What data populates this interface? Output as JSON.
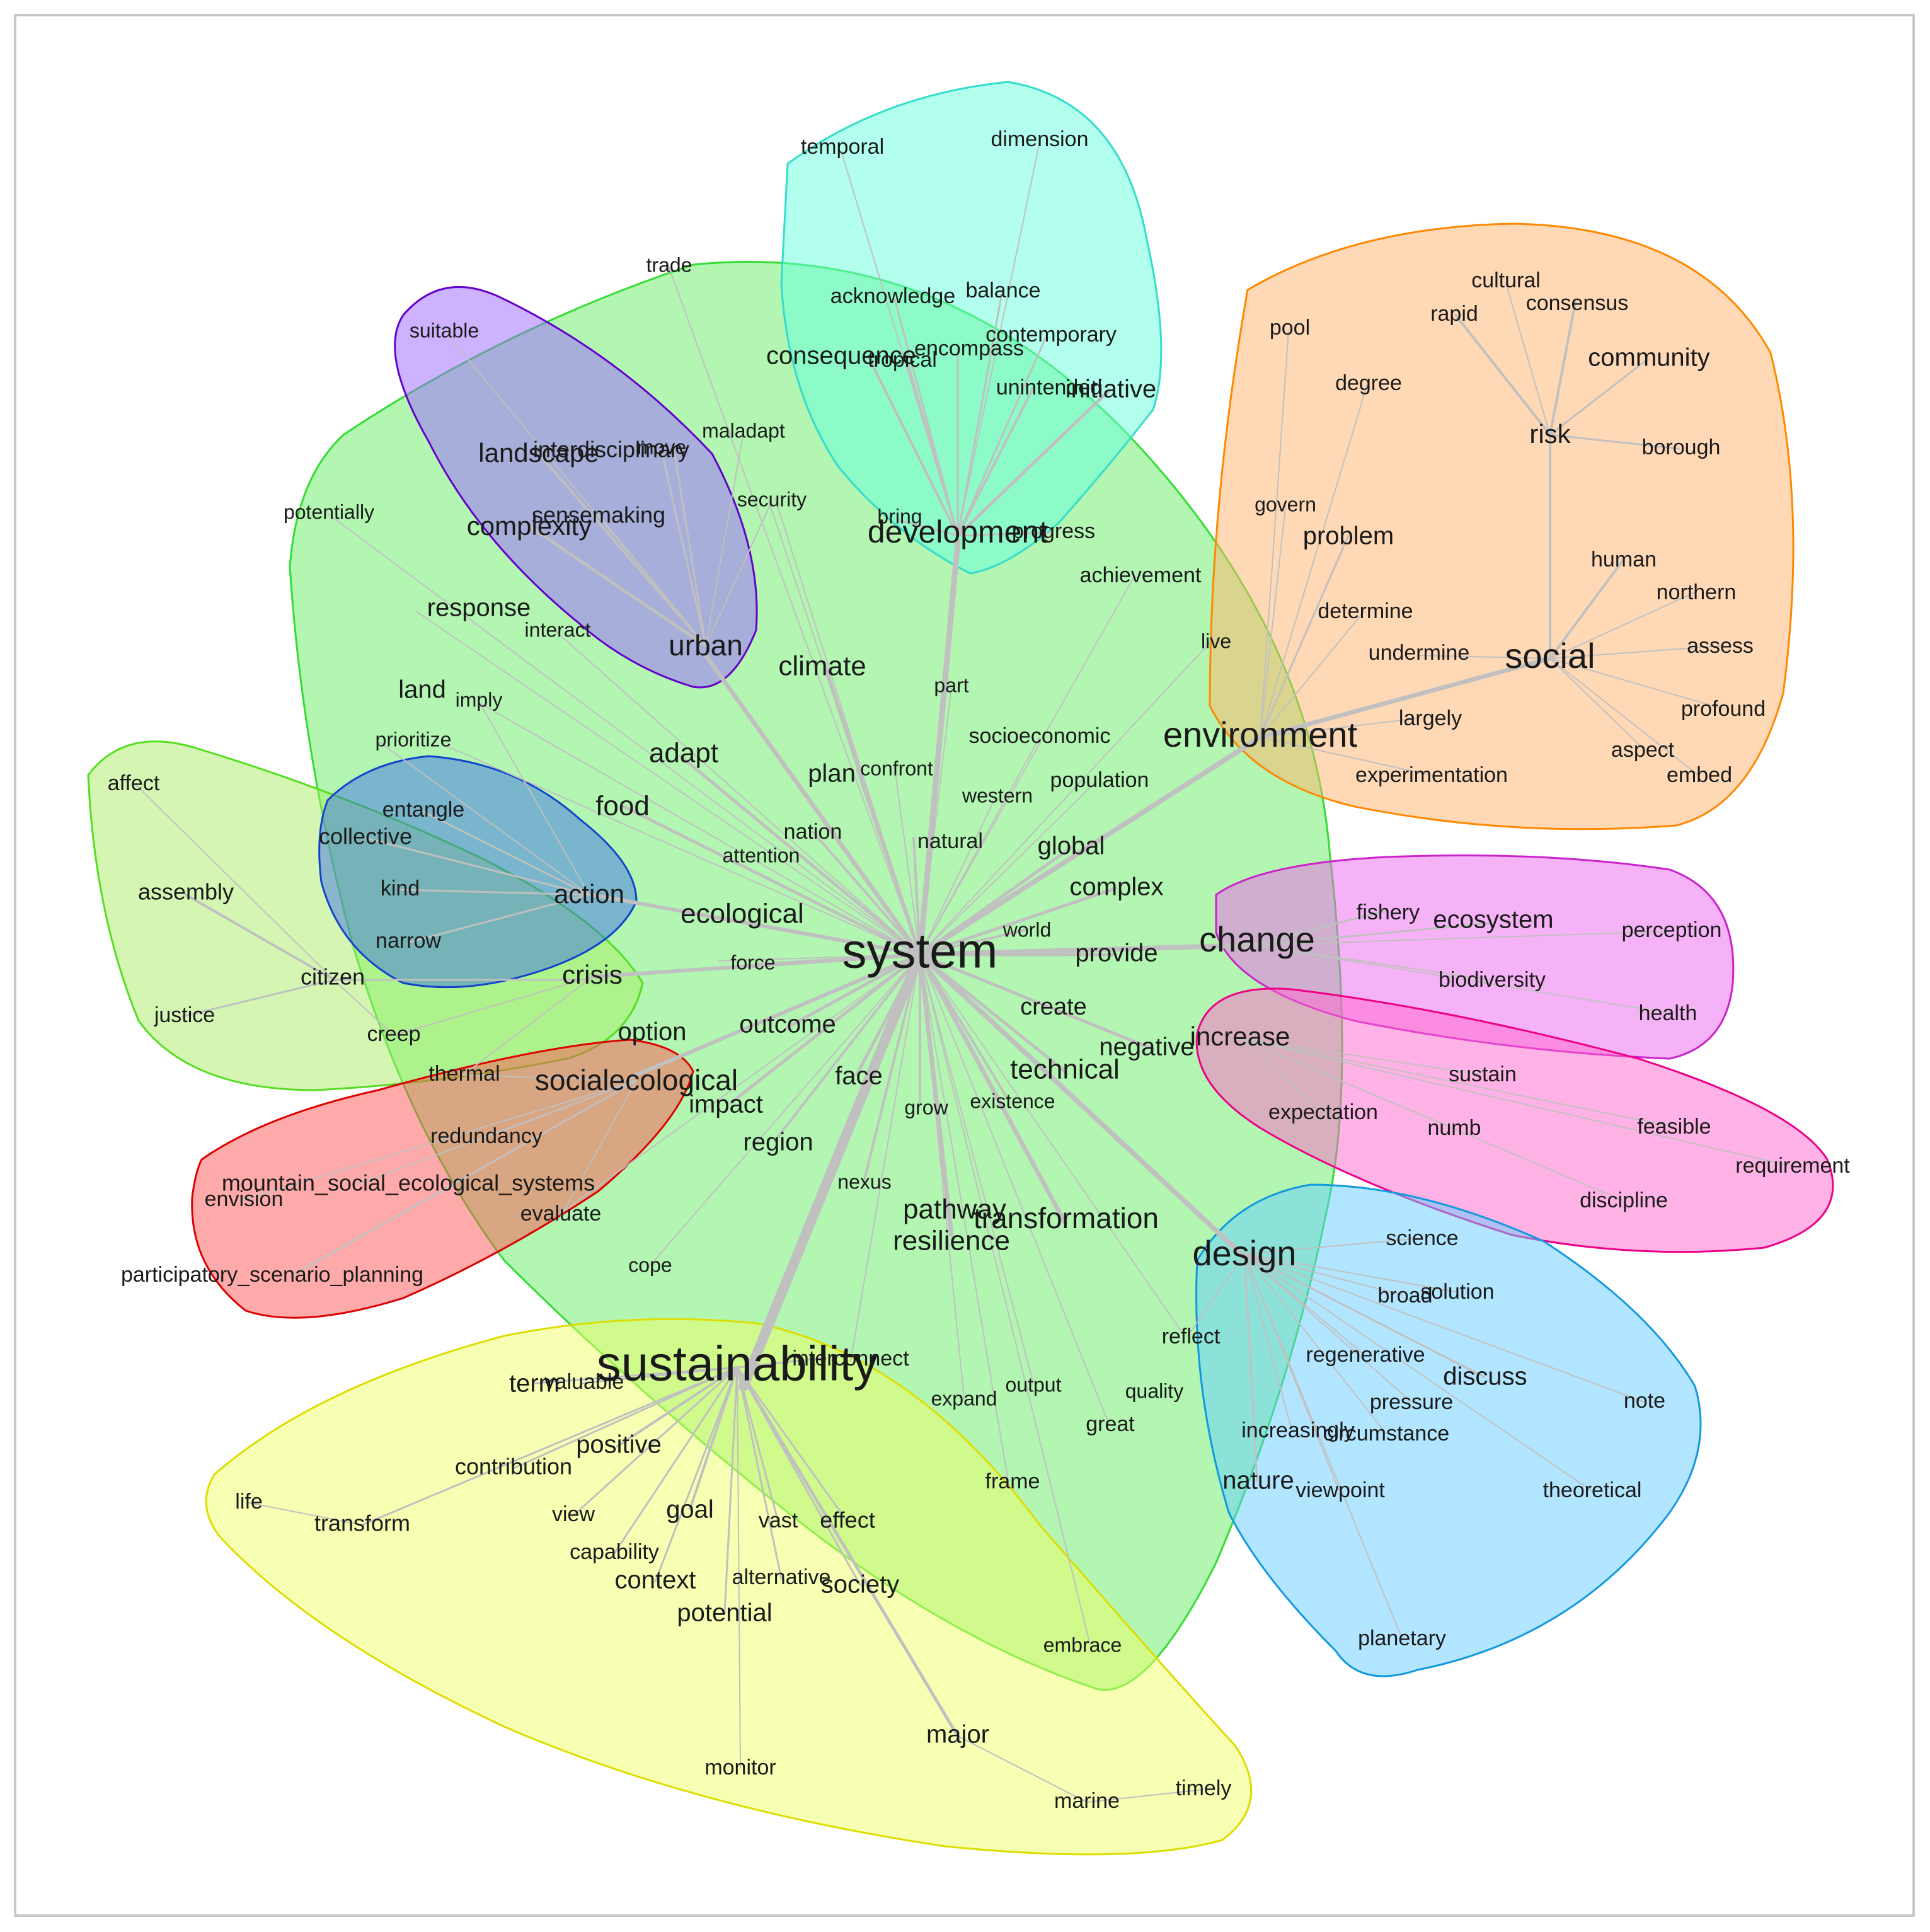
{
  "hubs": {
    "system": "system",
    "sustainability": "sustainability",
    "development": "development",
    "environment": "environment",
    "social": "social",
    "change": "change",
    "increase": "increase",
    "design": "design",
    "action": "action",
    "crisis": "crisis",
    "urban": "urban",
    "socialecological": "socialecological",
    "risk": "risk",
    "citizen": "citizen",
    "mountain": "mountain_social_ecological_systems"
  },
  "words": {
    "trade": "trade",
    "suitable": "suitable",
    "landscape": "landscape",
    "interdisciplinary": "interdisciplinary",
    "move": "move",
    "maladapt": "maladapt",
    "security": "security",
    "potentially": "potentially",
    "complexity": "complexity",
    "sensemaking": "sensemaking",
    "response": "response",
    "interact": "interact",
    "climate": "climate",
    "land": "land",
    "imply": "imply",
    "prioritize": "prioritize",
    "adapt": "adapt",
    "food": "food",
    "plan": "plan",
    "confront": "confront",
    "nation": "nation",
    "attention": "attention",
    "natural": "natural",
    "ecological": "ecological",
    "force": "force",
    "option": "option",
    "outcome": "outcome",
    "face": "face",
    "impact": "impact",
    "region": "region",
    "grow": "grow",
    "existence": "existence",
    "nexus": "nexus",
    "evaluate": "evaluate",
    "cope": "cope",
    "pathway": "pathway",
    "resilience": "resilience",
    "transformation": "transformation",
    "technical": "technical",
    "negative": "negative",
    "create": "create",
    "provide": "provide",
    "world": "world",
    "complex": "complex",
    "global": "global",
    "population": "population",
    "western": "western",
    "socioeconomic": "socioeconomic",
    "part": "part",
    "achievement": "achievement",
    "live": "live",
    "bring": "bring",
    "progress": "progress",
    "reflect": "reflect",
    "quality": "quality",
    "great": "great",
    "frame": "frame",
    "embrace": "embrace",
    "expand": "expand",
    "output": "output",
    "interconnect": "interconnect",
    "temporal": "temporal",
    "dimension": "dimension",
    "acknowledge": "acknowledge",
    "balance": "balance",
    "encompass": "encompass",
    "contemporary": "contemporary",
    "consequence": "consequence",
    "tropical": "tropical",
    "unintended": "unintended",
    "initiative": "initiative",
    "cultural": "cultural",
    "consensus": "consensus",
    "rapid": "rapid",
    "pool": "pool",
    "community": "community",
    "degree": "degree",
    "borough": "borough",
    "govern": "govern",
    "problem": "problem",
    "human": "human",
    "northern": "northern",
    "determine": "determine",
    "undermine": "undermine",
    "assess": "assess",
    "profound": "profound",
    "largely": "largely",
    "aspect": "aspect",
    "embed": "embed",
    "experimentation": "experimentation",
    "fishery": "fishery",
    "ecosystem": "ecosystem",
    "perception": "perception",
    "biodiversity": "biodiversity",
    "health": "health",
    "sustain": "sustain",
    "expectation": "expectation",
    "numb": "numb",
    "feasible": "feasible",
    "requirement": "requirement",
    "discipline": "discipline",
    "science": "science",
    "broad": "broad",
    "solution": "solution",
    "regenerative": "regenerative",
    "discuss": "discuss",
    "note": "note",
    "pressure": "pressure",
    "increasingly": "increasingly",
    "circumstance": "circumstance",
    "nature": "nature",
    "viewpoint": "viewpoint",
    "theoretical": "theoretical",
    "planetary": "planetary",
    "affect": "affect",
    "entangle": "entangle",
    "collective": "collective",
    "assembly": "assembly",
    "kind": "kind",
    "narrow": "narrow",
    "justice": "justice",
    "creep": "creep",
    "thermal": "thermal",
    "redundancy": "redundancy",
    "envision": "envision",
    "participatory": "participatory_scenario_planning",
    "term": "term",
    "valuable": "valuable",
    "positive": "positive",
    "contribution": "contribution",
    "life": "life",
    "transform": "transform",
    "view": "view",
    "goal": "goal",
    "vast": "vast",
    "effect": "effect",
    "capability": "capability",
    "context": "context",
    "alternative": "alternative",
    "society": "society",
    "potential": "potential",
    "major": "major",
    "monitor": "monitor",
    "marine": "marine",
    "timely": "timely"
  },
  "cluster_colors": {
    "green": "#66ee66",
    "cyan": "#66ffdd",
    "orange": "#ffb36b",
    "purple": "#9966ff",
    "blue": "#3366ee",
    "lime": "#aaee66",
    "red": "#ff5555",
    "yellow": "#eeff66",
    "magenta": "#ee66ee",
    "pink": "#ff66cc",
    "skyblue": "#66ccff",
    "edge": "#c0c0c0"
  }
}
